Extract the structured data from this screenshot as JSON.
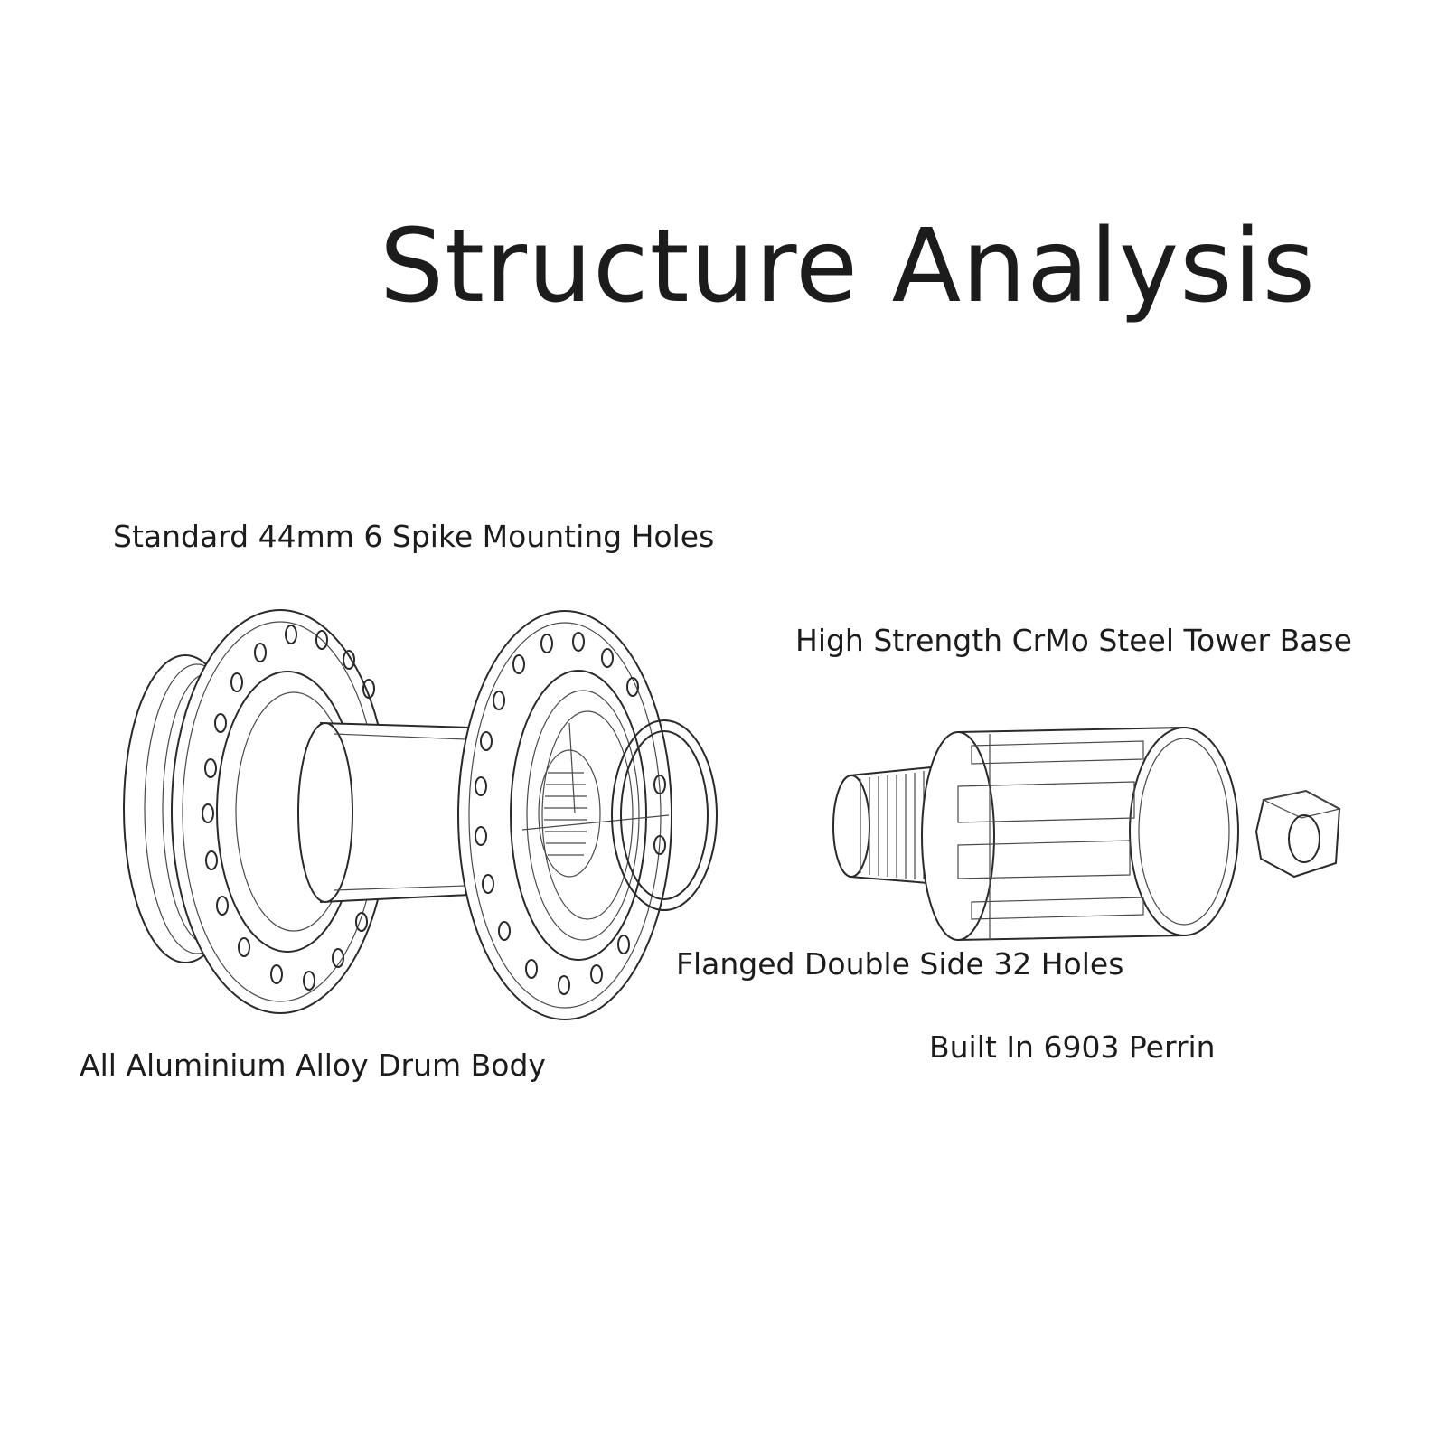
{
  "title": "Structure Analysis",
  "labels": {
    "spike_holes": "Standard 44mm 6 Spike Mounting Holes",
    "tower_base": "High Strength CrMo Steel Tower Base",
    "flanged": "Flanged Double Side 32 Holes",
    "drum_body": "All Aluminium Alloy Drum Body",
    "bearing": "Built In 6903 Perrin"
  }
}
